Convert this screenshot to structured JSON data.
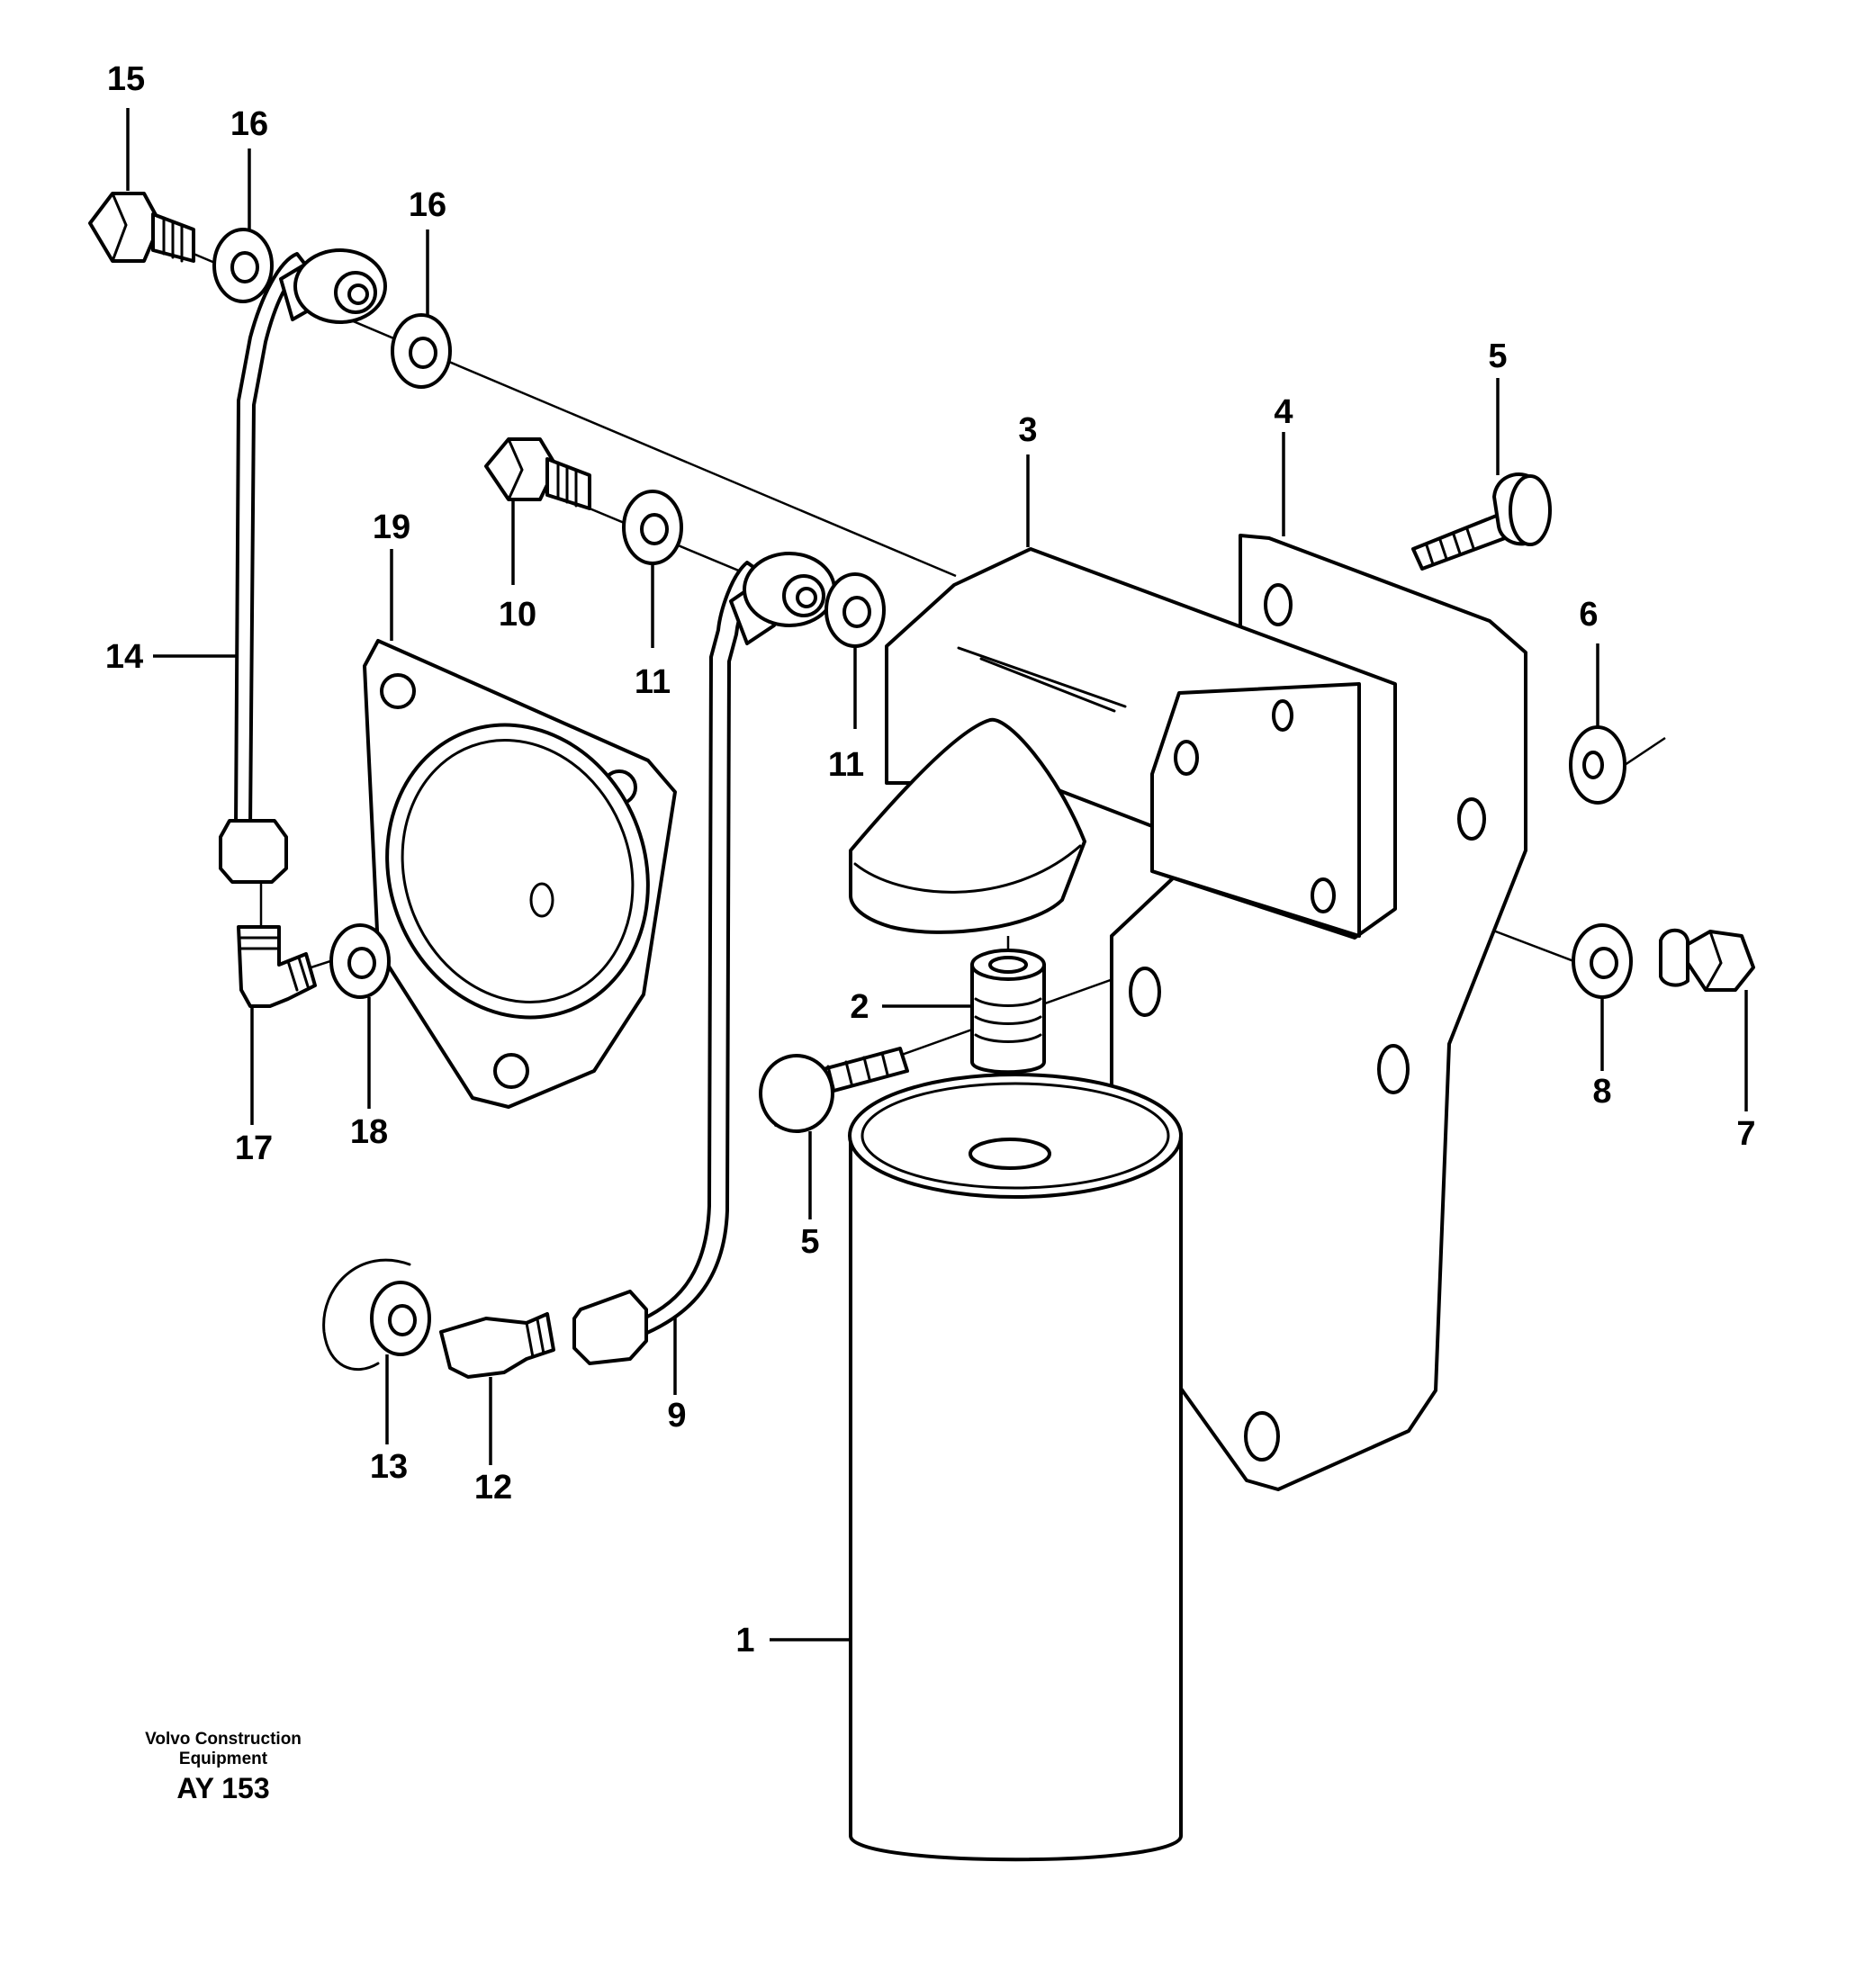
{
  "callouts": {
    "c1": "1",
    "c2": "2",
    "c3": "3",
    "c4": "4",
    "c5a": "5",
    "c5b": "5",
    "c6": "6",
    "c7": "7",
    "c8": "8",
    "c9": "9",
    "c10": "10",
    "c11a": "11",
    "c11b": "11",
    "c12": "12",
    "c13": "13",
    "c14": "14",
    "c15": "15",
    "c16a": "16",
    "c16b": "16",
    "c17": "17",
    "c18": "18",
    "c19": "19"
  },
  "footer": {
    "brand_line1": "Volvo Construction",
    "brand_line2": "Equipment",
    "drawing_code": "AY 153"
  }
}
